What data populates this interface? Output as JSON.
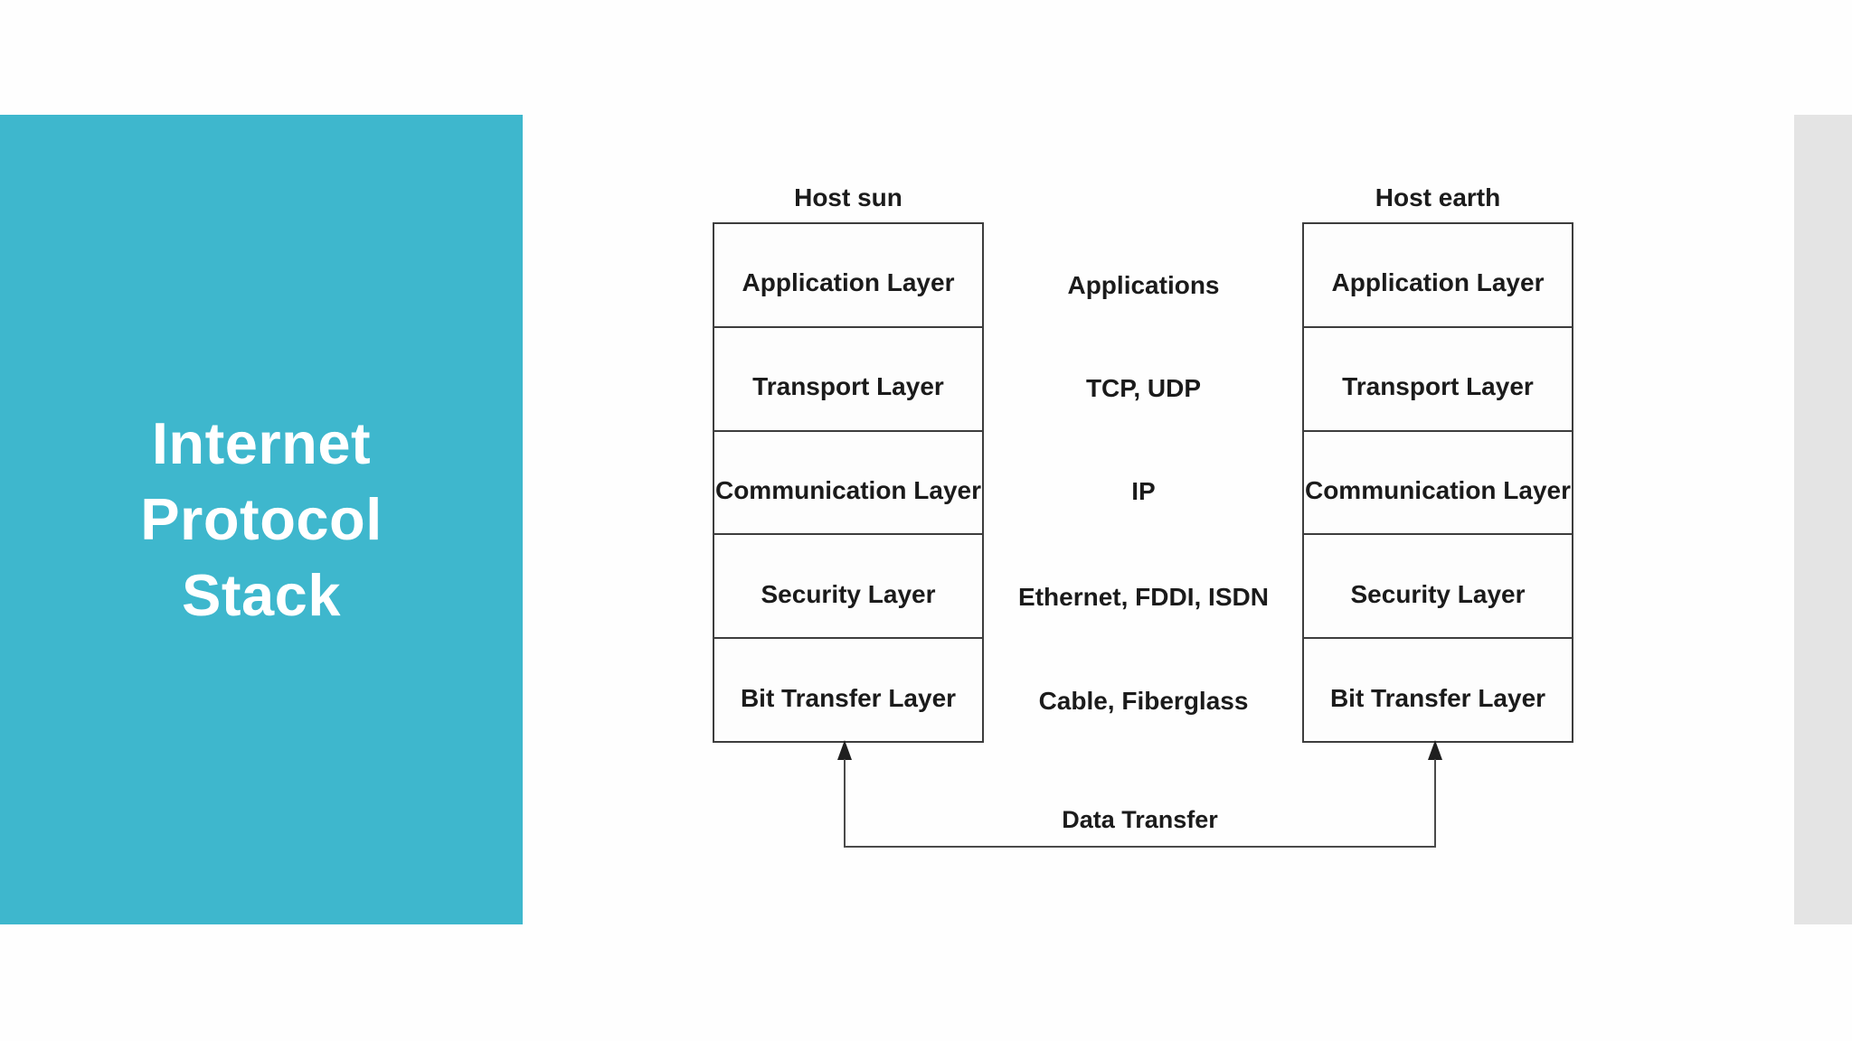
{
  "slide": {
    "title_lines": [
      "Internet",
      "Protocol",
      "Stack"
    ],
    "accent_color": "#3eb7cd",
    "strip_color": "#e4e4e4"
  },
  "diagram": {
    "host_sun": {
      "title": "Host sun",
      "layers": [
        "Application Layer",
        "Transport Layer",
        "Communication Layer",
        "Security Layer",
        "Bit Transfer Layer"
      ]
    },
    "host_earth": {
      "title": "Host earth",
      "layers": [
        "Application Layer",
        "Transport Layer",
        "Communication Layer",
        "Security Layer",
        "Bit Transfer Layer"
      ]
    },
    "protocol_labels": [
      "Applications",
      "TCP, UDP",
      "IP",
      "Ethernet, FDDI, ISDN",
      "Cable, Fiberglass"
    ],
    "arrow_label": "Data Transfer"
  }
}
